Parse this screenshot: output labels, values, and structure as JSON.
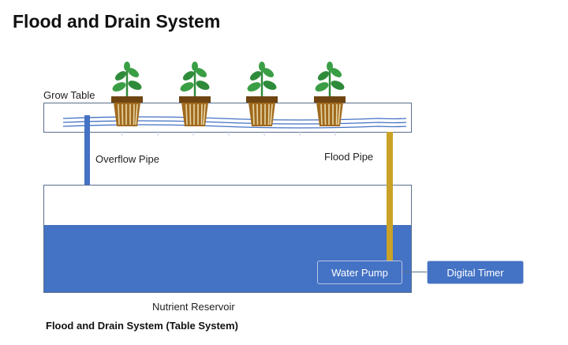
{
  "title": "Flood and Drain System",
  "labels": {
    "grow_table": "Grow Table",
    "overflow_pipe": "Overflow Pipe",
    "flood_pipe": "Flood Pipe",
    "water_pump": "Water Pump",
    "digital_timer": "Digital Timer",
    "nutrient_reservoir": "Nutrient Reservoir"
  },
  "caption": "Flood and Drain System (Table System)",
  "colors": {
    "water": "#4472c4",
    "flood_pipe": "#c9a227",
    "pot": "#8c5a17",
    "leaf": "#2e8b3a",
    "outline": "#5b6f8c"
  },
  "plant_count": 4
}
